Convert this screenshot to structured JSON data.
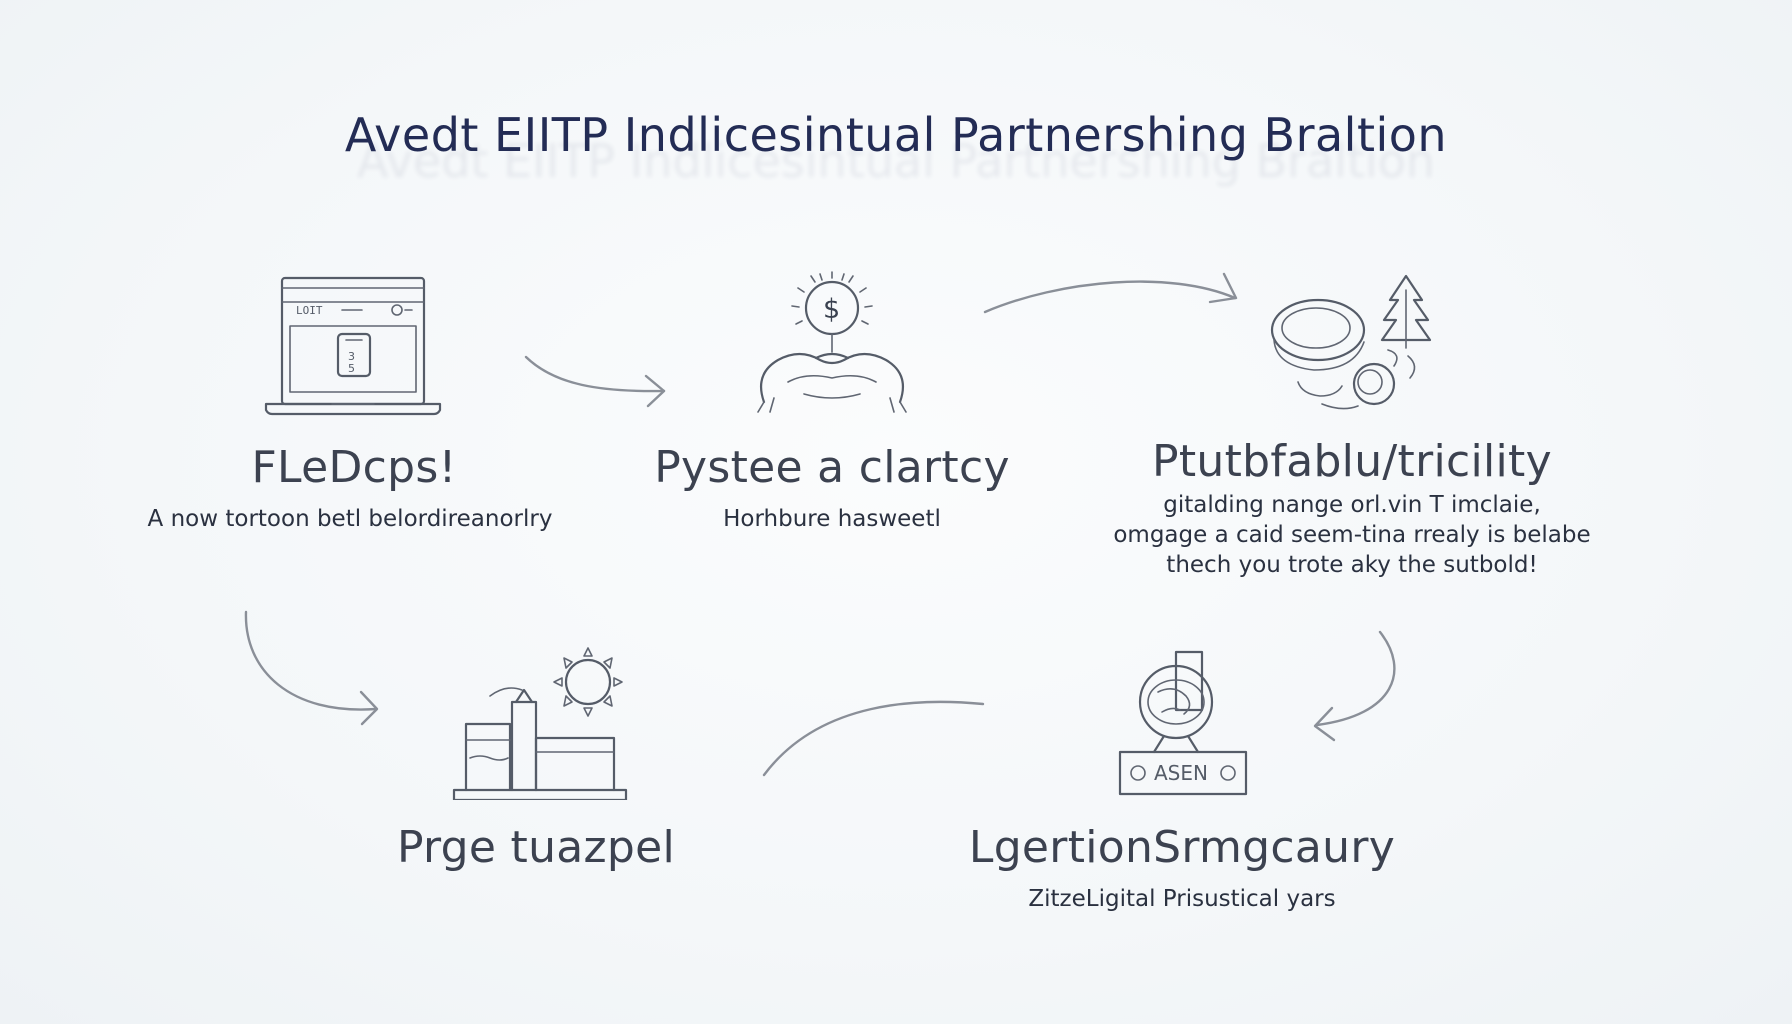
{
  "title": "Avedt EIITP Indlicesintual Partnershing Braltion",
  "nodes": [
    {
      "label": "FLeDcps!",
      "description": [
        "A now tortoon betl belordireanorlry"
      ],
      "icon": "laptop-lock-icon",
      "icon_text": "LOIT"
    },
    {
      "label": "Pystee a clartcy",
      "description": [
        "Horhbure hasweetl"
      ],
      "icon": "hands-coin-icon",
      "icon_text": "$"
    },
    {
      "label": "Ptutbfablu/tricility",
      "description": [
        "gitalding nange orl.vin T imclaie,",
        "omgage a caid seem-tina rrealy is belabe",
        "thech you trote aky the sutbold!"
      ],
      "icon": "coins-tree-icon"
    },
    {
      "label": "Prge tuazpel",
      "description": [],
      "icon": "factory-sun-icon"
    },
    {
      "label": "LgertionSrmgcaury",
      "description": [
        "ZitzeLigital Prisustical yars"
      ],
      "icon": "globe-device-icon",
      "icon_text": "ASEN"
    }
  ],
  "colors": {
    "title": "#232c55",
    "ink": "#555c68",
    "arrow": "#8a8f98",
    "background": "#f4f7f9"
  }
}
